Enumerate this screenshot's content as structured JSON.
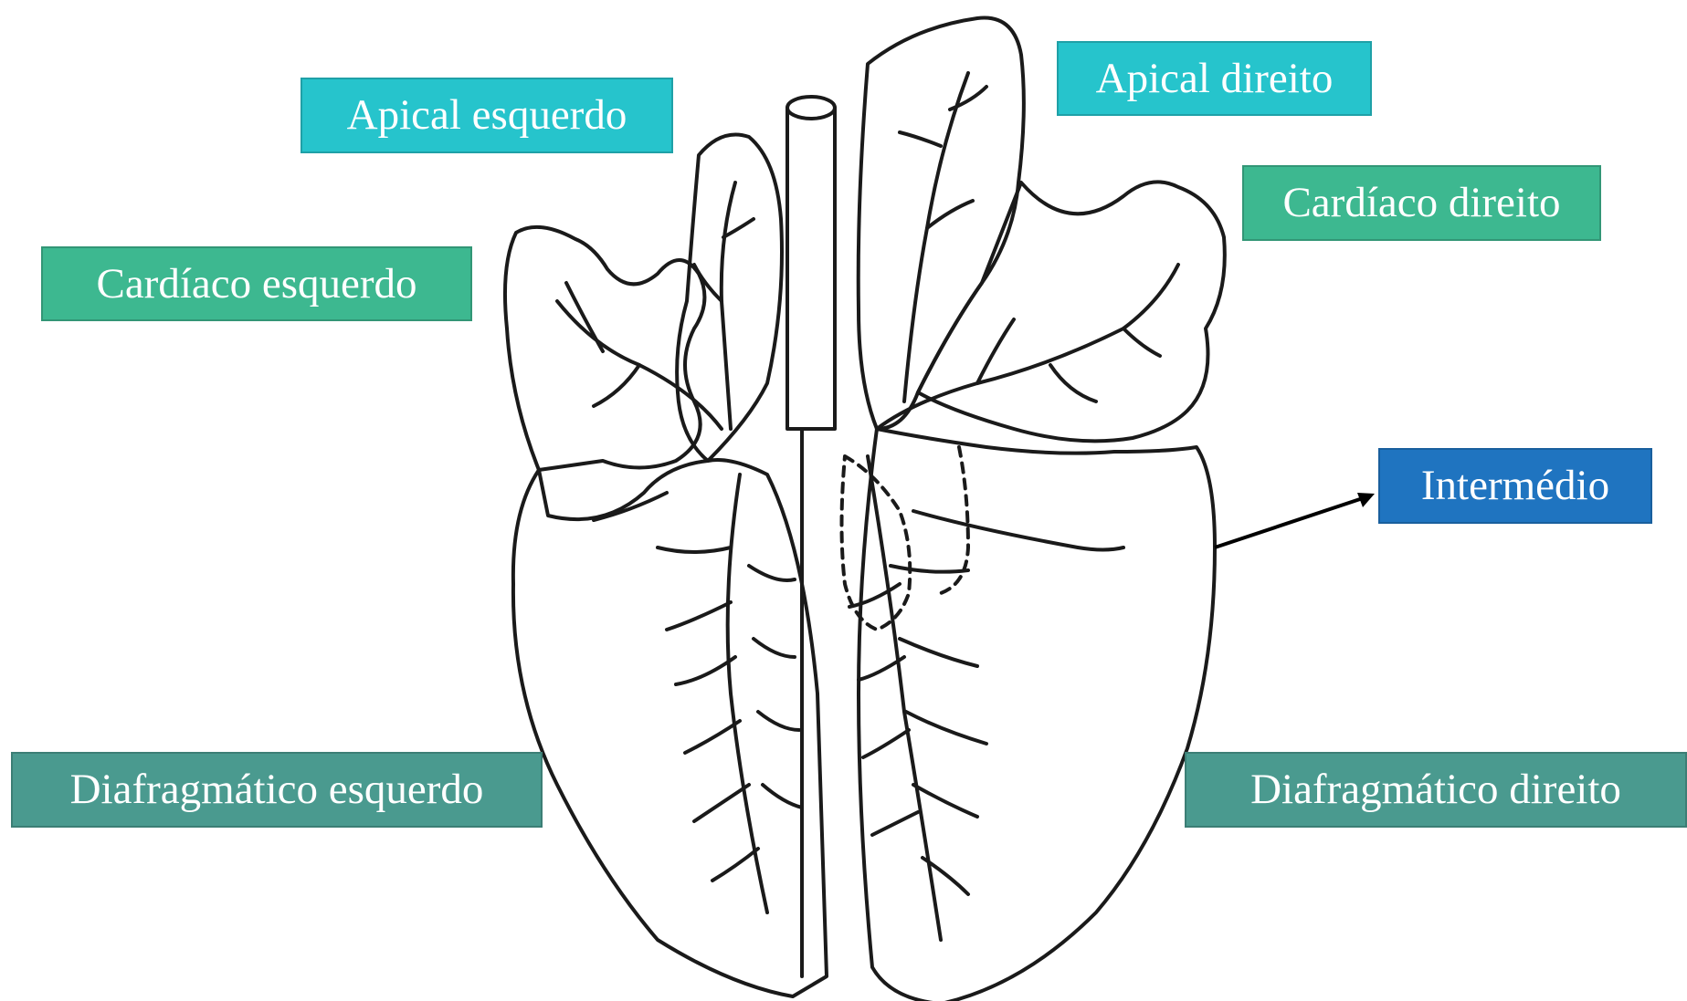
{
  "labels": {
    "apical_esquerdo": "Apical esquerdo",
    "apical_direito": "Apical direito",
    "cardiaco_esquerdo": "Cardíaco esquerdo",
    "cardiaco_direito": "Cardíaco direito",
    "intermedio": "Intermédio",
    "diafragmatico_esquerdo": "Diafragmático esquerdo",
    "diafragmatico_direito": "Diafragmático direito"
  },
  "colors": {
    "teal_light": "#26c4cc",
    "teal_green": "#3db890",
    "teal_dark": "#4a9a8f",
    "blue": "#1f74c0",
    "line": "#1a1a1a",
    "arrow": "#000000"
  }
}
